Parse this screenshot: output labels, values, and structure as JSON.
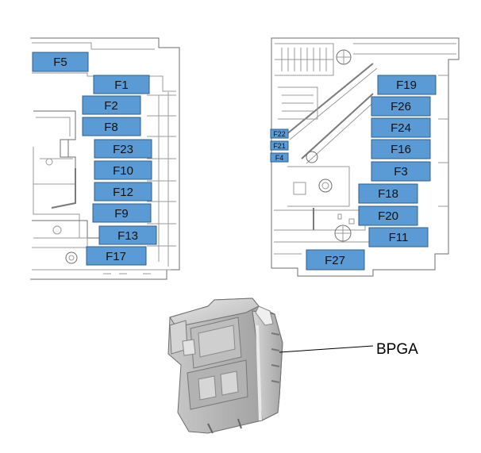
{
  "left_panel": {
    "fuses": [
      "F5",
      "F1",
      "F2",
      "F8",
      "F23",
      "F10",
      "F12",
      "F9",
      "F13",
      "F17"
    ]
  },
  "right_panel": {
    "fuses": [
      "F19",
      "F26",
      "F24",
      "F16",
      "F3",
      "F18",
      "F20",
      "F11",
      "F27"
    ],
    "small_fuses": [
      "F22",
      "F21",
      "F4"
    ]
  },
  "module": {
    "label": "BPGA"
  },
  "colors": {
    "fuse_fill": "#5b9bd5",
    "fuse_stroke": "#2f5f8a",
    "drawing_line": "#9a9a9a"
  }
}
